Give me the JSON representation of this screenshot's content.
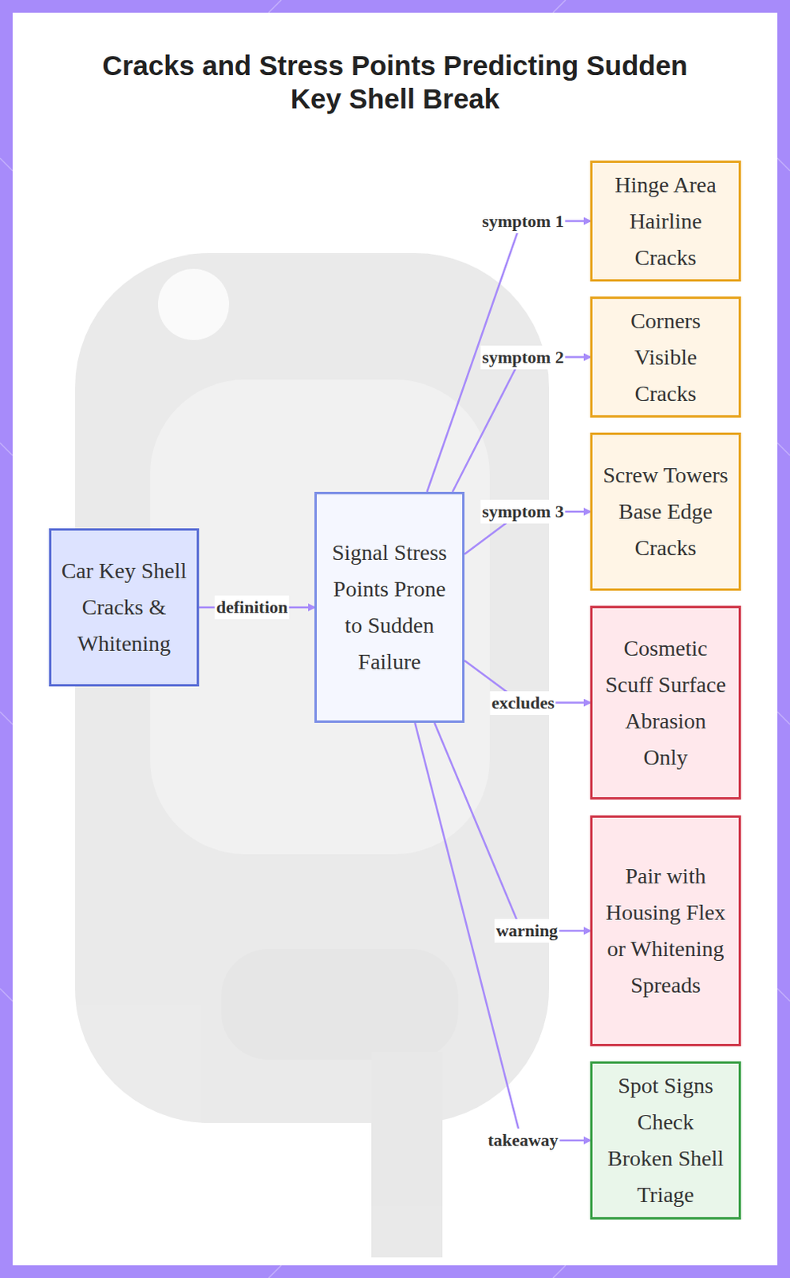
{
  "diagram": {
    "title": "Cracks and Stress Points Predicting Sudden Key Shell Break",
    "nodes": [
      {
        "text": [
          "Car Key Shell Cracks & Whitening"
        ]
      },
      {
        "text": [
          "Signal Stress Points Prone to Sudden Failure"
        ]
      },
      {
        "text": [
          "Hinge Area Hairline Cracks"
        ]
      },
      {
        "text": [
          "Corners Visible Cracks"
        ]
      },
      {
        "text": [
          "Screw Towers Base Edge Cracks"
        ]
      },
      {
        "text": [
          "Cosmetic Scuff Surface Abrasion Only"
        ]
      },
      {
        "text": [
          "Pair with Housing Flex or Whitening Spreads"
        ]
      },
      {
        "text": [
          "Spot Signs Check Broken Shell Triage"
        ]
      }
    ],
    "edges": [
      {
        "from": 0,
        "to": 1,
        "label": "definition",
        "arrow": "to"
      },
      {
        "from": 1,
        "to": 2,
        "label": "symptom 1",
        "arrow": "to"
      },
      {
        "from": 1,
        "to": 3,
        "label": "symptom 2",
        "arrow": "to"
      },
      {
        "from": 1,
        "to": 4,
        "label": "symptom 3",
        "arrow": "to"
      },
      {
        "from": 1,
        "to": 5,
        "label": "excludes",
        "arrow": "to"
      },
      {
        "from": 1,
        "to": 6,
        "label": "warning",
        "arrow": "to"
      },
      {
        "from": 1,
        "to": 7,
        "label": "takeaway",
        "arrow": "to"
      }
    ]
  }
}
